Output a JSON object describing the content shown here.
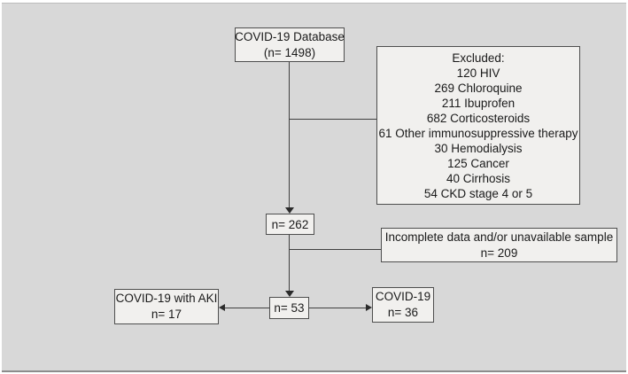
{
  "figure": {
    "type": "patient-flow-diagram",
    "colors": {
      "canvas_background": "#d8d8d8",
      "box_fill": "#f1f0ee",
      "box_border": "#4e4e4e",
      "line": "#404040",
      "text": "#1a1a1a"
    },
    "nodes": {
      "database": {
        "line1": "COVID-19 Database",
        "line2": "(n= 1498)"
      },
      "excluded": {
        "title": "Excluded:",
        "items": [
          "120 HIV",
          "269 Chloroquine",
          "211 Ibuprofen",
          "682 Corticosteroids",
          "61 Other immunosuppressive therapy",
          "30 Hemodialysis",
          "125 Cancer",
          "40 Cirrhosis",
          "54 CKD stage 4 or 5"
        ]
      },
      "n262": {
        "label": "n= 262"
      },
      "incomplete": {
        "line1": "Incomplete data and/or unavailable sample",
        "line2": "n= 209"
      },
      "aki": {
        "line1": "COVID-19 with AKI",
        "line2": "n= 17"
      },
      "n53": {
        "label": "n= 53"
      },
      "covid": {
        "line1": "COVID-19",
        "line2": "n= 36"
      }
    }
  }
}
